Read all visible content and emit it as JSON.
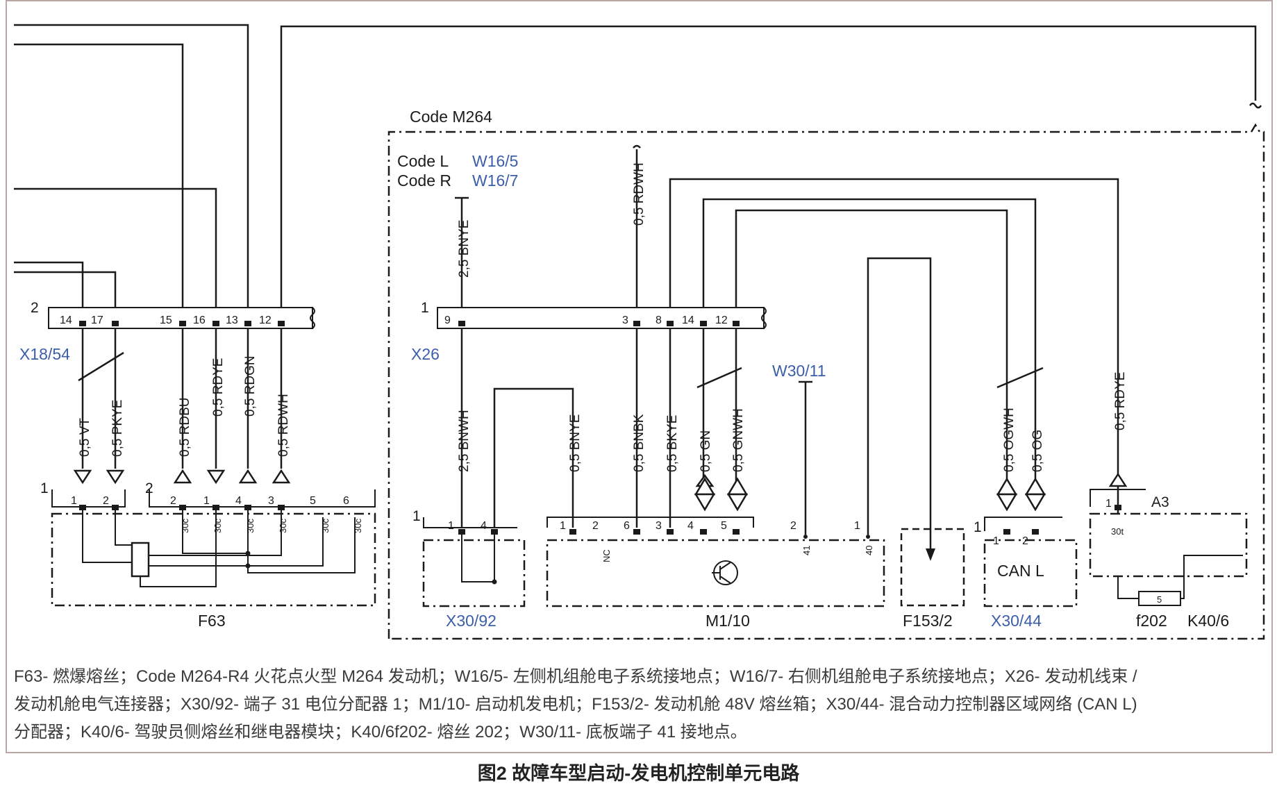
{
  "labels": {
    "code_m264": "Code M264",
    "code_l": "Code L",
    "code_r": "Code R",
    "w16_5": "W16/5",
    "w16_7": "W16/7",
    "x18_54": "X18/54",
    "x26": "X26",
    "w30_11": "W30/11",
    "f63": "F63",
    "x30_92": "X30/92",
    "m1_10": "M1/10",
    "f153_2": "F153/2",
    "x30_44": "X30/44",
    "f202": "f202",
    "k40_6": "K40/6",
    "a3": "A3",
    "can_l": "CAN L",
    "nc": "NC",
    "t30t": "30t",
    "fuse_5": "5"
  },
  "connector_x18_54": {
    "number": "2",
    "pins": [
      "14",
      "17",
      "15",
      "16",
      "13",
      "12"
    ]
  },
  "connector_x26": {
    "number": "1",
    "pins": [
      "9",
      "3",
      "8",
      "14",
      "12"
    ]
  },
  "wires": {
    "vt": "0,5 VT",
    "pkye": "0,5 PKYE",
    "rdbu": "0,5 RDBU",
    "rdye_left": "0,5 RDYE",
    "rdgn": "0,5 RDGN",
    "rdwh_left": "0,5 RDWH",
    "bnye_top": "2,5 BNYE",
    "rdwh_top": "0,5 RDWH",
    "bnwh": "2,5 BNWH",
    "bnye": "0,5 BNYE",
    "bnbk": "0,5 BNBK",
    "bkye": "0,5 BKYE",
    "gn": "0,5 GN",
    "gnwh": "0,5 GNWH",
    "ogwh": "0,5 OGWH",
    "og": "0,5 OG",
    "rdye_right": "0,5 RDYE"
  },
  "f63": {
    "conn1_number": "1",
    "conn1_pins": [
      "1",
      "2"
    ],
    "conn2_number": "2",
    "conn2_pins": [
      "2",
      "1",
      "4",
      "3",
      "5",
      "6"
    ],
    "terminal": "30c"
  },
  "x30_92": {
    "conn_number": "1",
    "pins": [
      "1",
      "4"
    ]
  },
  "m1_10": {
    "pins": [
      "1",
      "2",
      "6",
      "3",
      "4",
      "5"
    ],
    "pin_2_right": "2",
    "pin_1_right": "1",
    "t41": "41",
    "t40": "40"
  },
  "x30_44": {
    "conn_number": "1",
    "pins": [
      "1",
      "2"
    ]
  },
  "k40_6": {
    "pin": "1"
  },
  "legend": [
    "F63- 燃爆熔丝；Code M264-R4 火花点火型 M264 发动机；W16/5- 左侧机组舱电子系统接地点；W16/7- 右侧机组舱电子系统接地点；X26- 发动机线束 /",
    "发动机舱电气连接器；X30/92- 端子 31 电位分配器 1；M1/10- 启动机发电机；F153/2- 发动机舱 48V 熔丝箱；X30/44- 混合动力控制器区域网络 (CAN L)",
    "分配器；K40/6- 驾驶员侧熔丝和继电器模块；K40/6f202- 熔丝 202；W30/11- 底板端子 41 接地点。"
  ],
  "caption": "图2 故障车型启动-发电机控制单元电路"
}
